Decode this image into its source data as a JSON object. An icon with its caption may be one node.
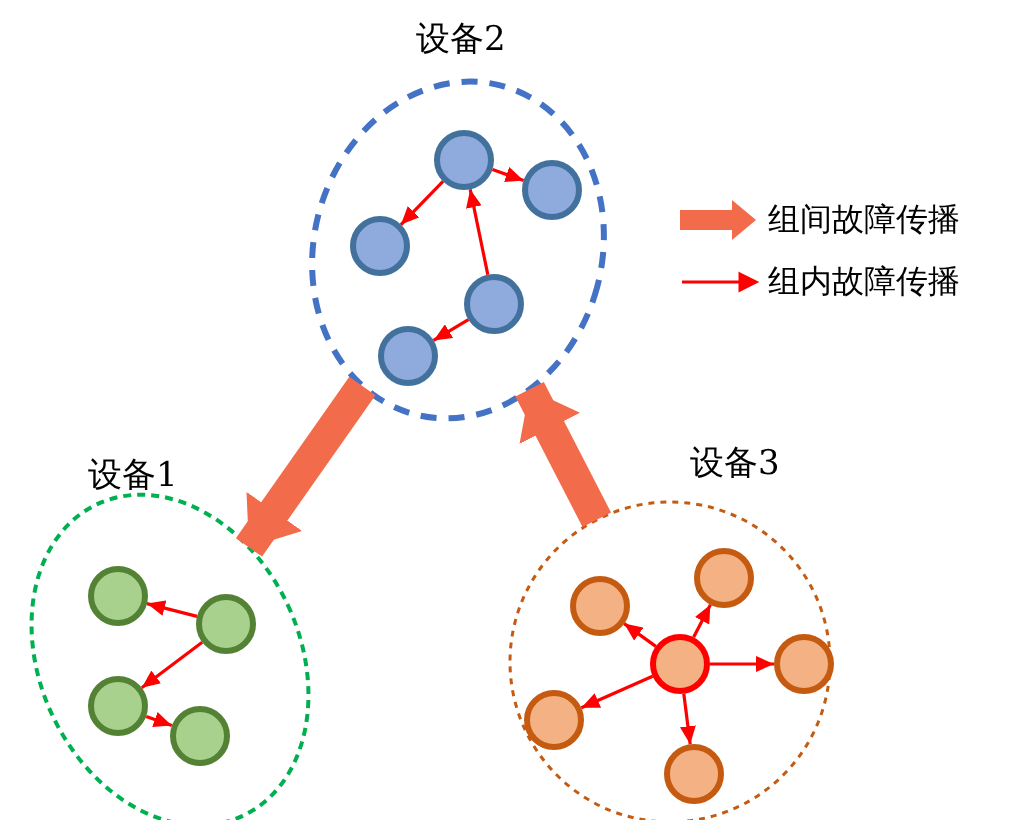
{
  "diagram": {
    "nodes": [
      {
        "text": [
          "设备2"
        ]
      },
      {
        "text": [],
        "shape": "circle",
        "in": 0
      },
      {
        "text": [],
        "shape": "circle",
        "in": 0
      },
      {
        "text": [],
        "shape": "circle",
        "in": 0
      },
      {
        "text": [],
        "shape": "circle",
        "in": 0
      },
      {
        "text": [],
        "shape": "circle",
        "in": 0
      },
      {
        "text": [
          "设备1"
        ]
      },
      {
        "text": [],
        "shape": "circle",
        "in": 6
      },
      {
        "text": [],
        "shape": "circle",
        "in": 6
      },
      {
        "text": [],
        "shape": "circle",
        "in": 6
      },
      {
        "text": [],
        "shape": "circle",
        "in": 6
      },
      {
        "text": [
          "设备3"
        ]
      },
      {
        "text": [],
        "shape": "circle",
        "in": 11
      },
      {
        "text": [],
        "shape": "circle",
        "in": 11
      },
      {
        "text": [],
        "shape": "circle",
        "in": 11
      },
      {
        "text": [],
        "shape": "circle",
        "in": 11
      },
      {
        "text": [],
        "shape": "circle",
        "in": 11
      },
      {
        "text": [],
        "shape": "circle",
        "in": 11
      }
    ],
    "edges": [
      {
        "from": 1,
        "to": 3,
        "arrow": "to"
      },
      {
        "from": 1,
        "to": 2,
        "arrow": "to"
      },
      {
        "from": 4,
        "to": 1,
        "arrow": "to"
      },
      {
        "from": 4,
        "to": 5,
        "arrow": "to"
      },
      {
        "from": 8,
        "to": 7,
        "arrow": "to"
      },
      {
        "from": 8,
        "to": 9,
        "arrow": "to"
      },
      {
        "from": 9,
        "to": 10,
        "arrow": "to"
      },
      {
        "from": 14,
        "to": 12,
        "arrow": "to"
      },
      {
        "from": 14,
        "to": 13,
        "arrow": "to"
      },
      {
        "from": 14,
        "to": 15,
        "arrow": "to"
      },
      {
        "from": 14,
        "to": 16,
        "arrow": "to"
      },
      {
        "from": 14,
        "to": 17,
        "arrow": "to"
      },
      {
        "from": 0,
        "to": 6,
        "arrow": "to",
        "style": "thick",
        "color": "#f26b4a"
      },
      {
        "from": 11,
        "to": 0,
        "arrow": "to",
        "style": "thick",
        "color": "#f26b4a"
      }
    ],
    "legend": [
      {
        "text": "组间故障传播"
      },
      {
        "text": "组内故障传播"
      }
    ]
  }
}
